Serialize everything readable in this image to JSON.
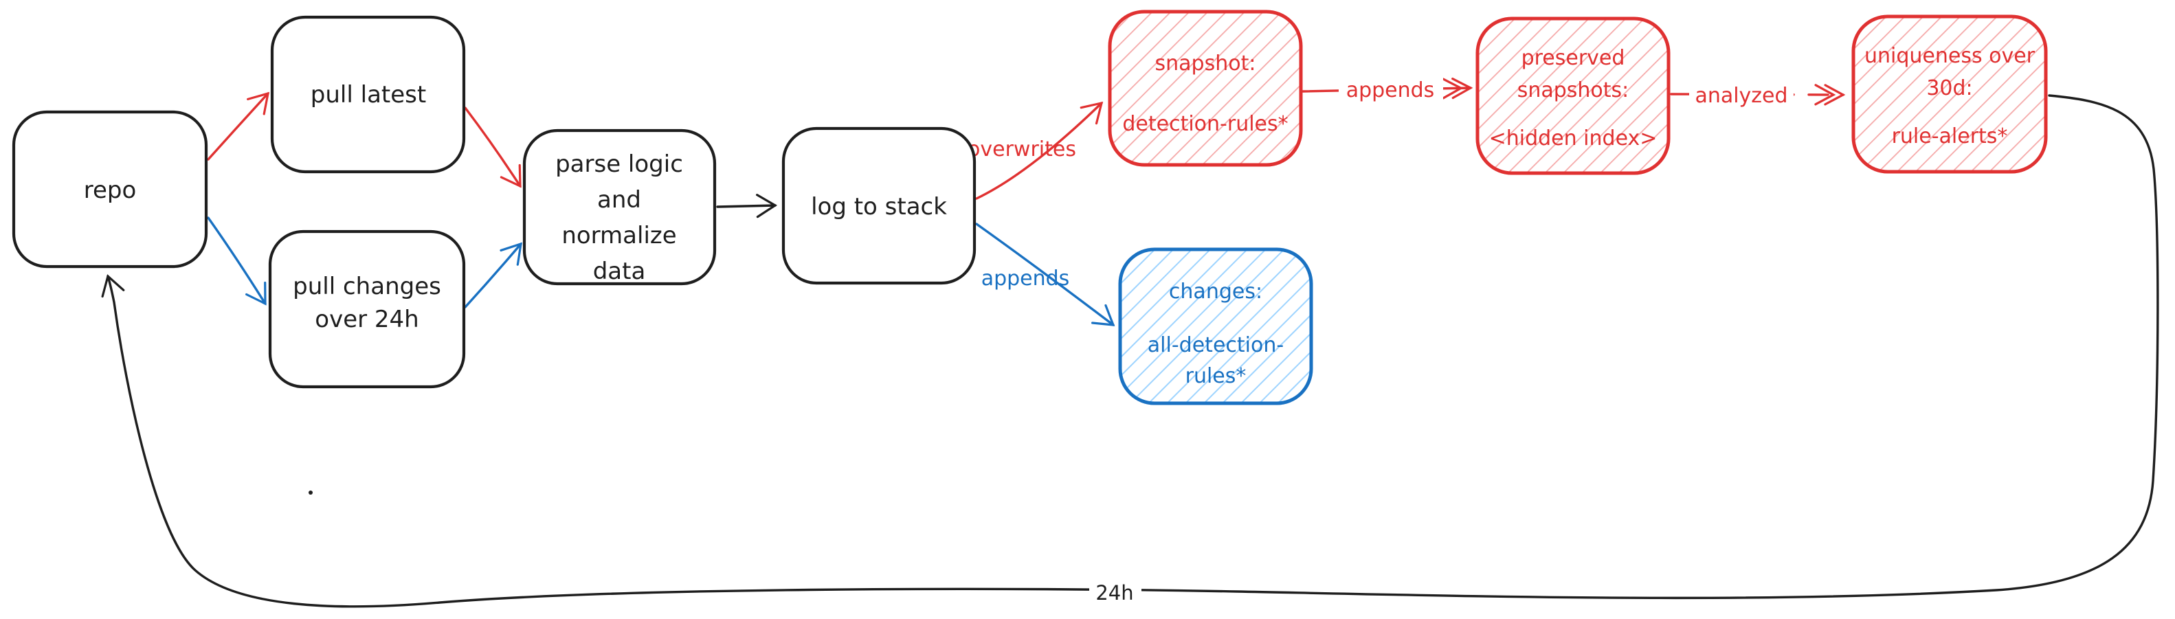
{
  "canvas": {
    "background": "#ffffff"
  },
  "colors": {
    "black": "#1e1e1e",
    "red": "#e03131",
    "red_hatch": "#f5a9a9",
    "blue": "#1971c2",
    "blue_hatch": "#9ed4ff",
    "background": "#ffffff"
  },
  "nodes": {
    "repo": {
      "label": "repo"
    },
    "pull_latest": {
      "label": "pull latest"
    },
    "pull_changes": {
      "line1": "pull changes",
      "line2": "over 24h"
    },
    "parse": {
      "line1": "parse logic",
      "line2": "and",
      "line3": "normalize",
      "line4": "data"
    },
    "log_to_stack": {
      "label": "log to stack"
    },
    "snapshot": {
      "line1": "snapshot:",
      "line2": "detection-rules*"
    },
    "changes": {
      "line1": "changes:",
      "line2": "all-detection-",
      "line3": "rules*"
    },
    "preserved": {
      "line1": "preserved",
      "line2": "snapshots:",
      "line3": "<hidden index>"
    },
    "uniqueness": {
      "line1": "uniqueness over",
      "line2": "30d:",
      "line3": "rule-alerts*"
    }
  },
  "edges": {
    "overwrites": "overwrites",
    "appends_to_changes": "appends",
    "appends_to_preserved": "appends",
    "analyzed": "analyzed",
    "loop_24h": "24h"
  }
}
